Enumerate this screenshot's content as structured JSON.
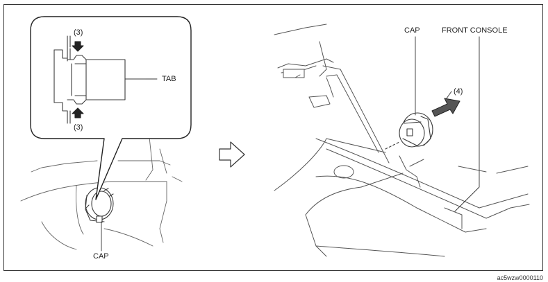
{
  "left_panel": {
    "detail_labels": {
      "top_step": "(3)",
      "bottom_step": "(3)",
      "tab": "TAB"
    },
    "cap_label": "CAP"
  },
  "right_panel": {
    "cap_label": "CAP",
    "console_label": "FRONT CONSOLE",
    "step_label": "(4)"
  },
  "figure_code": "ac5wzw0000110",
  "icons": {
    "transition": "hollow-right-arrow-icon",
    "push": "solid-arrow-icon",
    "pull": "pull-out-arrow-icon"
  }
}
